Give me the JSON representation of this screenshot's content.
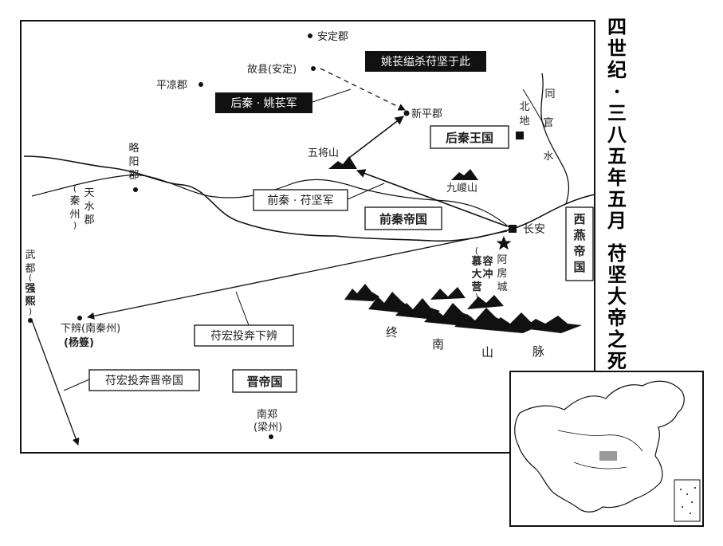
{
  "title": {
    "line1": [
      "四",
      "世",
      "纪",
      "·",
      "三",
      "八",
      "五",
      "年",
      "五",
      "月"
    ],
    "line2": [
      "苻",
      "坚",
      "大",
      "帝",
      "之",
      "死"
    ]
  },
  "places": {
    "anding": "安定郡",
    "guxian": "故县(安定)",
    "pingliang": "平凉郡",
    "xinping": "新平郡",
    "wujiangshan": "五将山",
    "beidi": [
      "北",
      "地"
    ],
    "tongguanshui": [
      "同",
      "官",
      "水"
    ],
    "lueyang": [
      "略",
      "阳",
      "郡"
    ],
    "tianshui": [
      "天",
      "水",
      "郡"
    ],
    "qinzhou": [
      "(",
      "秦",
      "州",
      ")"
    ],
    "jiuzongshan": "九嵕山",
    "changan": "长安",
    "afang": [
      "阿",
      "房",
      "城"
    ],
    "murong_camp": [
      "(",
      "慕",
      "容",
      "冲",
      "大",
      "营",
      ")"
    ],
    "wudu": [
      "武",
      "都"
    ],
    "qiangxi": [
      "(",
      "强",
      "熙",
      ")"
    ],
    "xiabian": "下辨(南秦州)",
    "yangnan": "(杨簦)",
    "nanzheng_1": "南郑",
    "nanzheng_2": "(梁州)"
  },
  "mountain_range": [
    "终",
    "南",
    "山",
    "脉"
  ],
  "boxes": {
    "yao_kills": "姚苌缢杀苻坚于此",
    "later_qin_army": "后秦 · 姚苌军",
    "former_qin_army": "前秦 · 苻坚军",
    "fu_hong_xiabian": "苻宏投奔下辨",
    "fu_hong_jin": "苻宏投奔晋帝国"
  },
  "states": {
    "later_qin": "后秦王国",
    "former_qin": "前秦帝国",
    "western_yan": [
      "西",
      "燕",
      "帝",
      "国"
    ],
    "jin": "晋帝国"
  },
  "colors": {
    "ink": "#111111",
    "dark_box": "#111111",
    "dark_box_text": "#ffffff",
    "region_highlight": "#9a9a9a"
  }
}
